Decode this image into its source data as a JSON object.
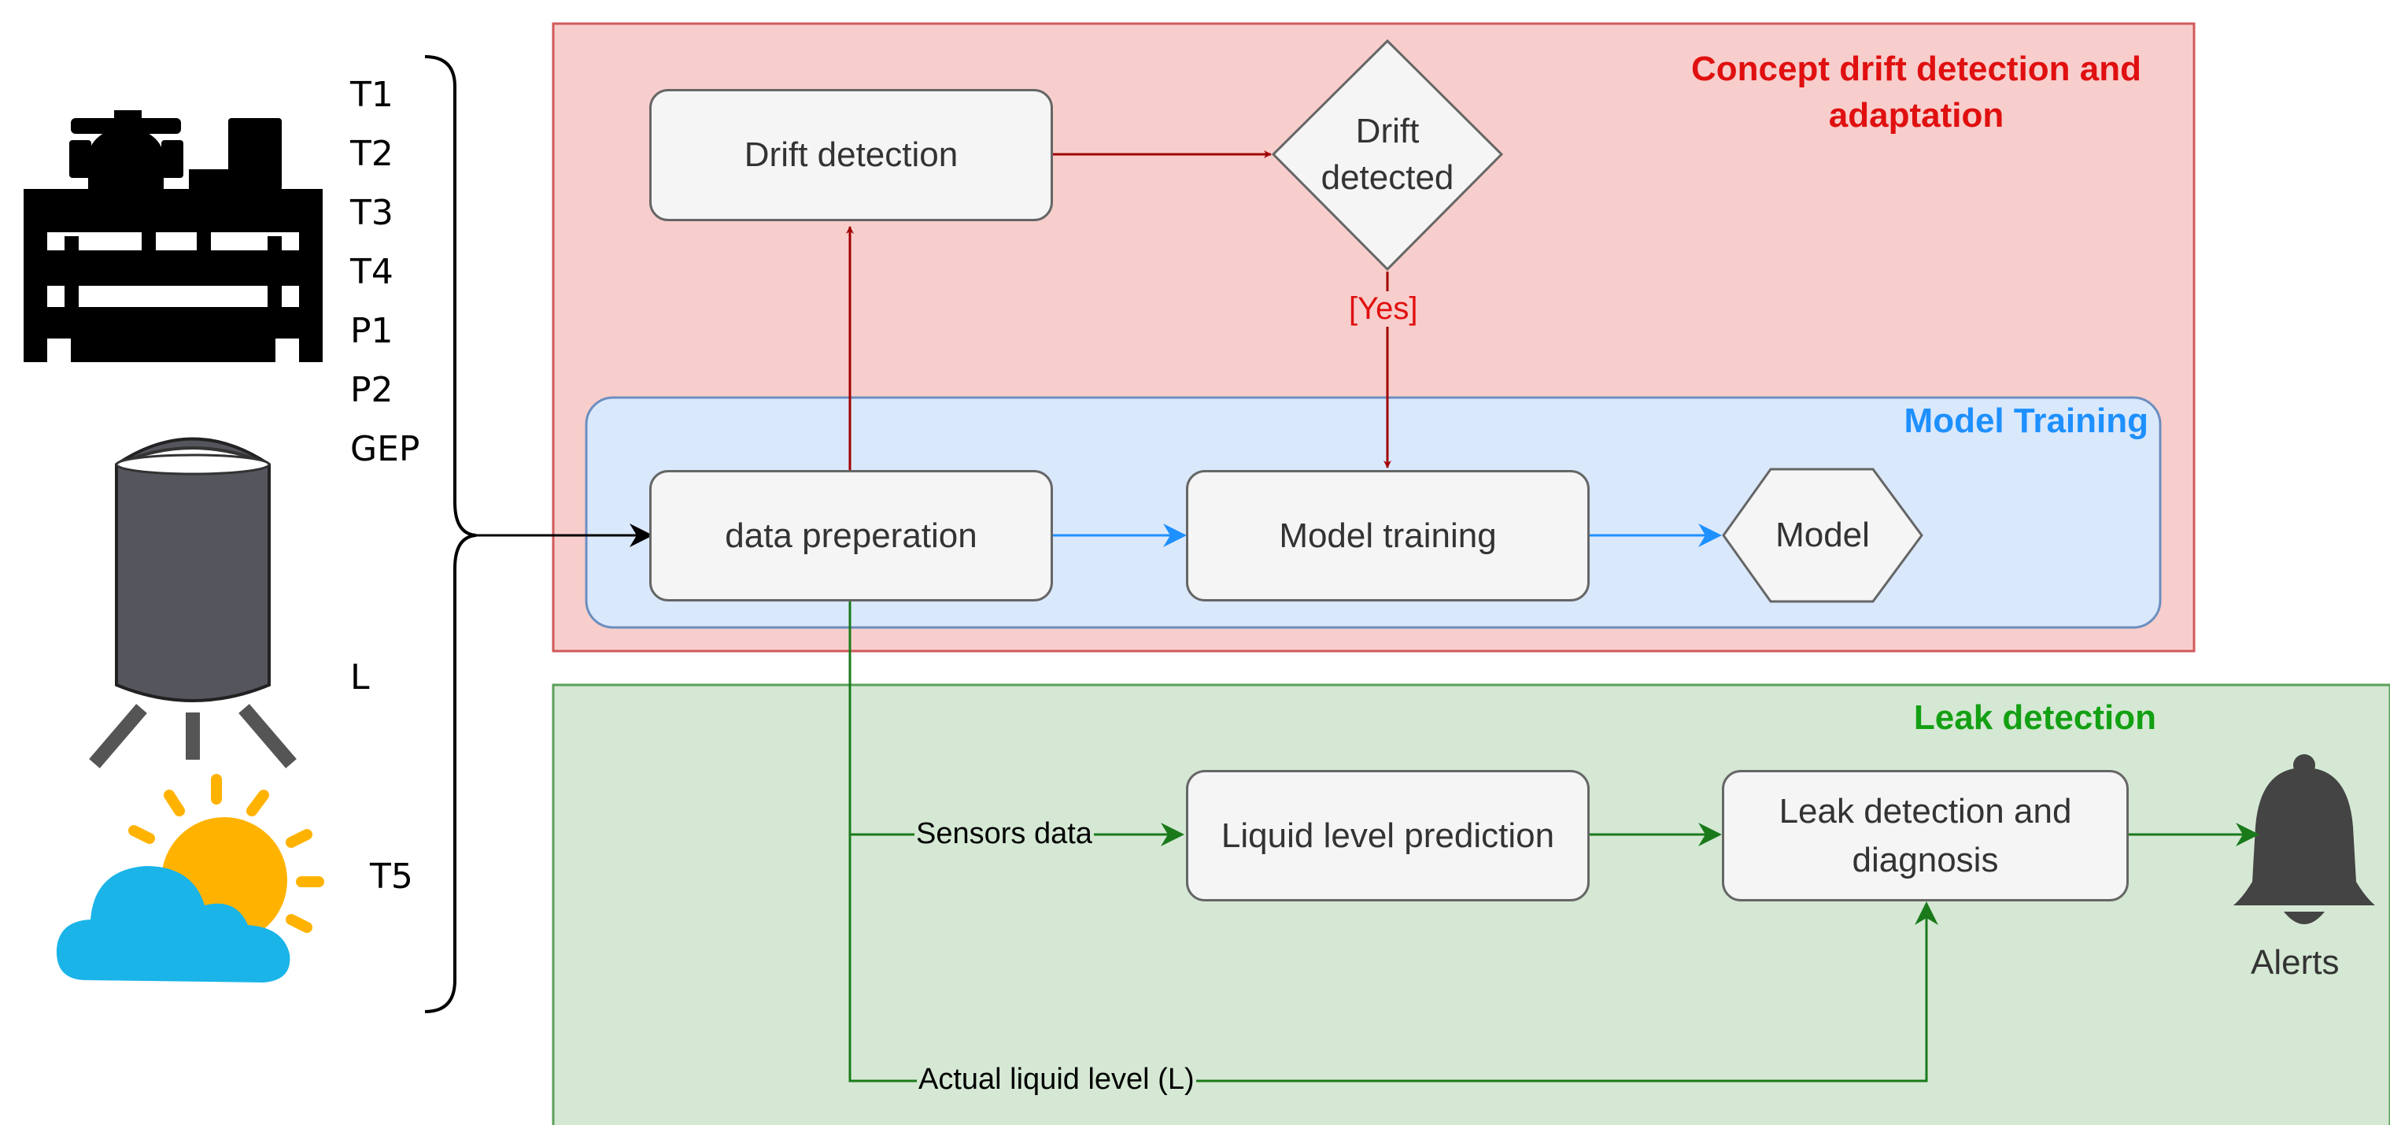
{
  "regions": {
    "drift": {
      "title": "Concept drift detection and adaptation",
      "fill": "#f8cecc",
      "stroke": "#d05a5a",
      "title_color": "#e01010"
    },
    "training": {
      "title": "Model Training",
      "fill": "#dae8fc",
      "stroke": "#6c8ebf",
      "title_color": "#1e90ff"
    },
    "leak": {
      "title": "Leak detection",
      "fill": "#d5e8d4",
      "stroke": "#5aa05a",
      "title_color": "#13a013"
    }
  },
  "nodes": {
    "drift_detection": "Drift detection",
    "drift_detected": "Drift detected",
    "data_preparation": "data preperation",
    "model_training": "Model training",
    "model": "Model",
    "liquid_level_prediction": "Liquid level prediction",
    "leak_detection_diagnosis": "Leak detection and diagnosis"
  },
  "sensors": {
    "compressor_group": [
      "T1",
      "T2",
      "T3",
      "T4",
      "P1",
      "P2",
      "GEP"
    ],
    "tank": "L",
    "weather": "T5"
  },
  "edge_labels": {
    "yes": "[Yes]",
    "sensors_data": "Sensors data",
    "actual_liquid_level": "Actual liquid level (L)"
  },
  "outputs": {
    "alerts": "Alerts"
  },
  "icons": [
    "compressor-icon",
    "tank-icon",
    "weather-icon",
    "bell-icon"
  ],
  "colors": {
    "drift_arrow": "#a00000",
    "training_arrow": "#1e90ff",
    "leak_arrow": "#1a7a1a",
    "input_arrow": "#000000",
    "yes_label": "#e01010"
  }
}
